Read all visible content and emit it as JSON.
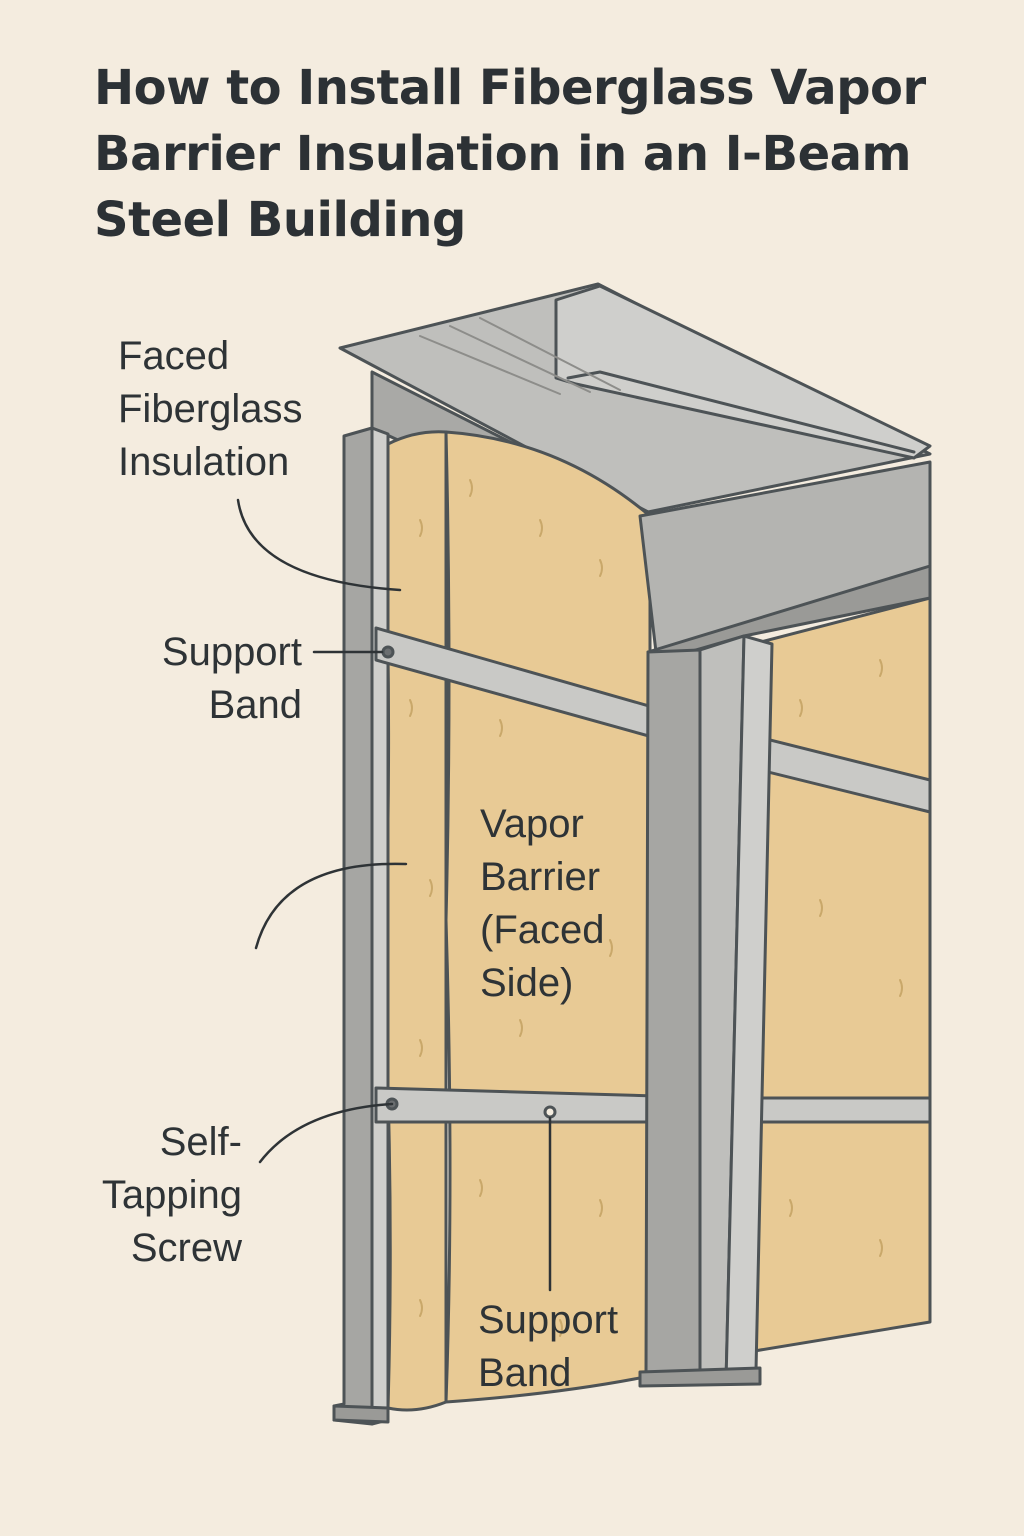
{
  "title": {
    "line1": "How to Install Fiberglass Vapor",
    "line2": "Barrier Insulation in an I-Beam",
    "line3": "Steel Building"
  },
  "labels": {
    "faced_insulation": [
      "Faced",
      "Fiberglass",
      "Insulation"
    ],
    "support_band_top": [
      "Support",
      "Band"
    ],
    "vapor_barrier": [
      "Vapor",
      "Barrier",
      "(Faced",
      "Side)"
    ],
    "self_tapping_screw": [
      "Self-",
      "Tapping",
      "Screw"
    ],
    "support_band_bottom": [
      "Support",
      "Band"
    ]
  },
  "colors": {
    "background": "#f4ecdf",
    "insulation": "#e8ca95",
    "steel": "#b4b4b1",
    "steel_dark": "#9a9a97",
    "steel_light": "#cfcfcc",
    "outline": "#4d5356",
    "text": "#2e3336"
  }
}
